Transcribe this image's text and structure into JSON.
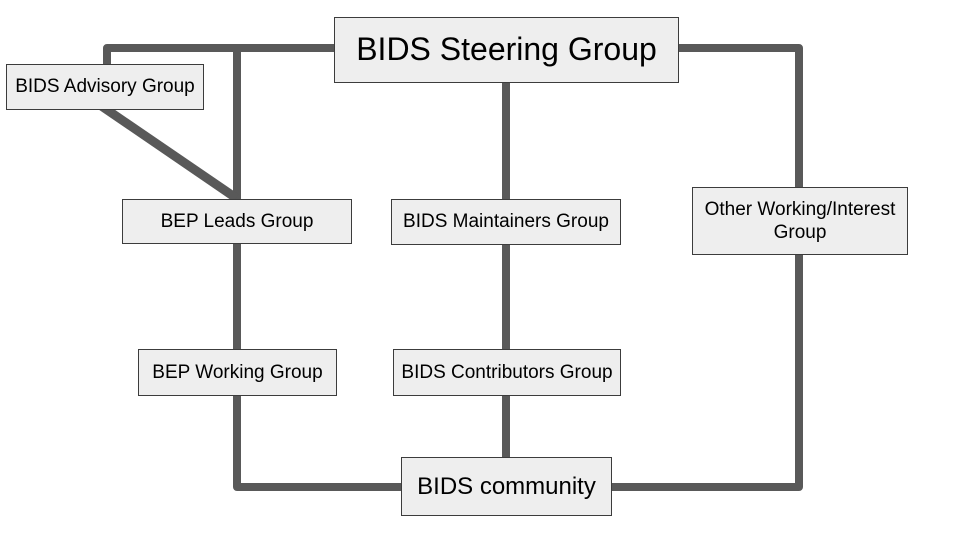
{
  "boxes": {
    "steering": {
      "label": "BIDS Steering Group"
    },
    "advisory": {
      "label": "BIDS Advisory Group"
    },
    "bep_leads": {
      "label": "BEP Leads Group"
    },
    "maintainers": {
      "label": "BIDS Maintainers Group"
    },
    "other_wg": {
      "label": "Other Working/Interest Group"
    },
    "bep_working": {
      "label": "BEP Working Group"
    },
    "contributors": {
      "label": "BIDS Contributors Group"
    },
    "community": {
      "label": "BIDS community"
    }
  },
  "colors": {
    "background": "#ffffff",
    "box_fill": "#eeeeee",
    "box_border": "#3c3c3c",
    "line": "#595959",
    "text": "#000000"
  }
}
